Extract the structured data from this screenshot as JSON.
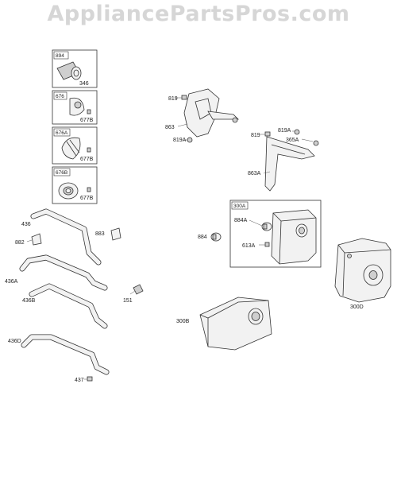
{
  "watermark": "AppliancePartsPros.com",
  "inset_boxes": [
    {
      "tag": "894",
      "part": "346"
    },
    {
      "tag": "676",
      "part": "677B"
    },
    {
      "tag": "676A",
      "part": "677B"
    },
    {
      "tag": "676B",
      "part": "677B"
    }
  ],
  "box_300A": {
    "tag": "300A",
    "parts": [
      "884A",
      "613A"
    ]
  },
  "labels": {
    "p819_top": "819",
    "p863": "863",
    "p819A_left": "819A",
    "p819_right": "819",
    "p819A_right": "819A",
    "p365A": "365A",
    "p863A": "863A",
    "p436": "436",
    "p882": "882",
    "p883": "883",
    "p436A": "436A",
    "p436B": "436B",
    "p151": "151",
    "p436D": "436D",
    "p437": "437",
    "p884": "884",
    "p300B": "300B",
    "p300D": "300D"
  }
}
